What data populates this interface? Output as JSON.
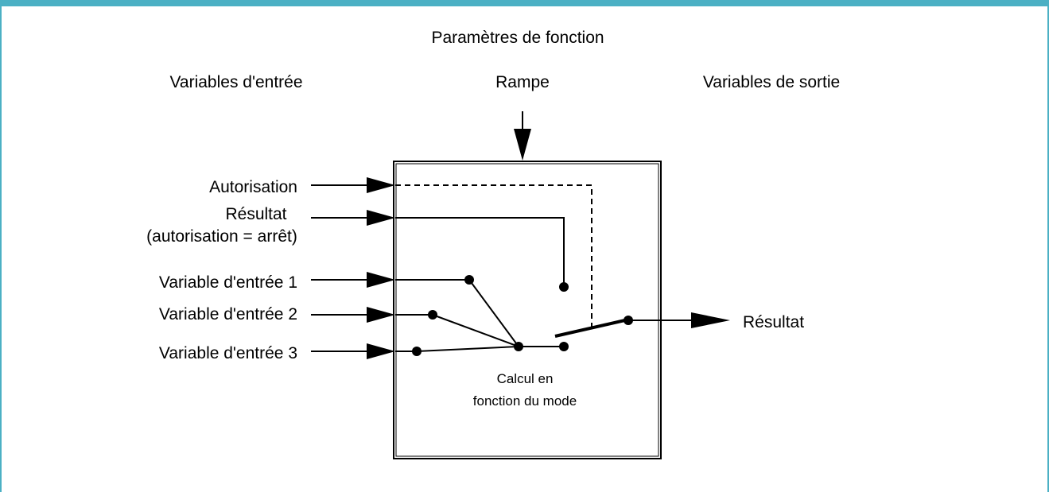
{
  "diagram": {
    "top_title": "Paramètres de fonction",
    "header_inputs": "Variables d'entrée",
    "header_param": "Rampe",
    "header_outputs": "Variables de sortie",
    "input_authorization": "Autorisation",
    "input_result_line1": "Résultat",
    "input_result_line2": "(autorisation = arrêt)",
    "input_var1": "Variable d'entrée 1",
    "input_var2": "Variable d'entrée 2",
    "input_var3": "Variable d'entrée 3",
    "output_result": "Résultat",
    "block_caption_line1": "Calcul en",
    "block_caption_line2": "fonction du mode"
  },
  "colors": {
    "frame_accent": "#4bb0c4",
    "ink": "#000000",
    "background": "#ffffff"
  }
}
